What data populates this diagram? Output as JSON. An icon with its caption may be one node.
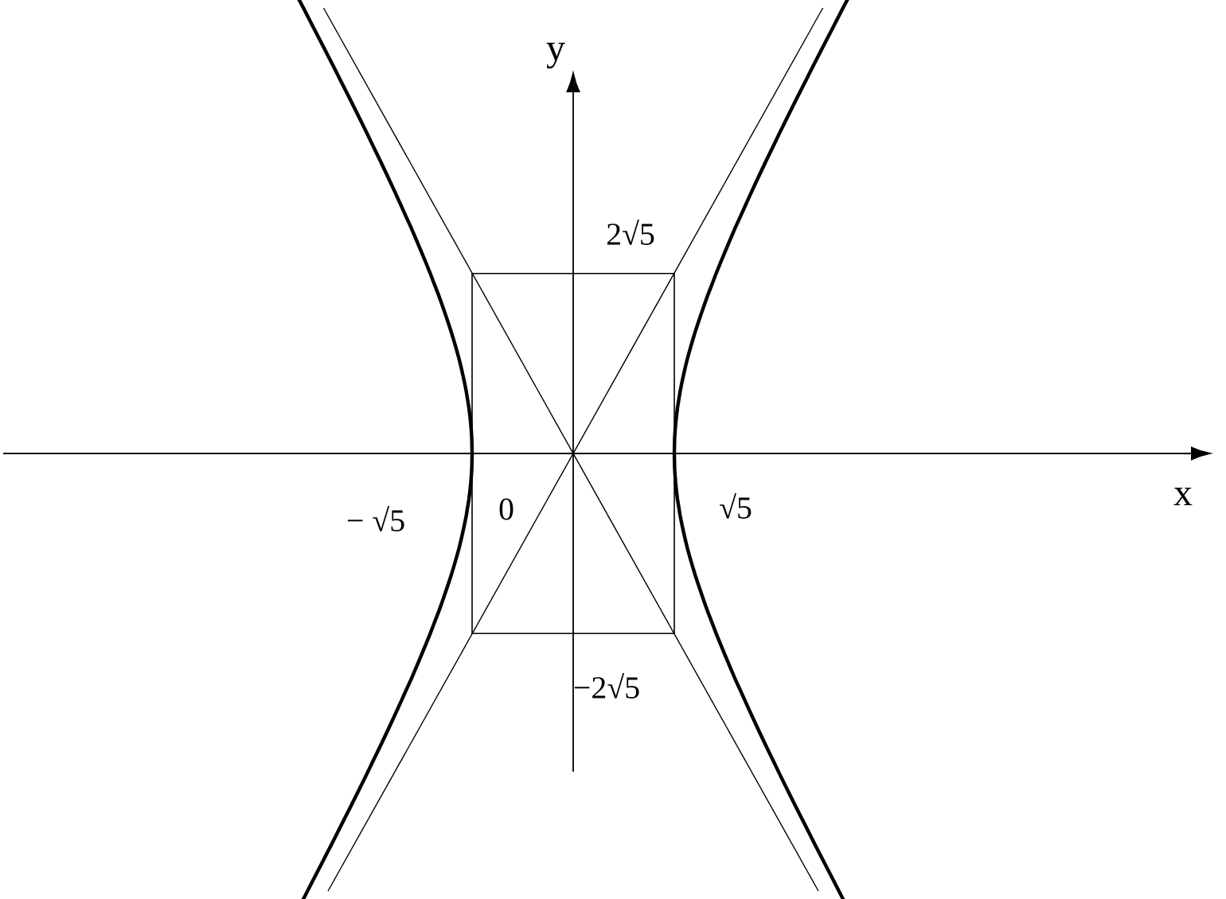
{
  "diagram": {
    "labels": [
      "y",
      "2√5",
      "− √5",
      "0",
      "√5",
      "x",
      "−2√5"
    ]
  }
}
